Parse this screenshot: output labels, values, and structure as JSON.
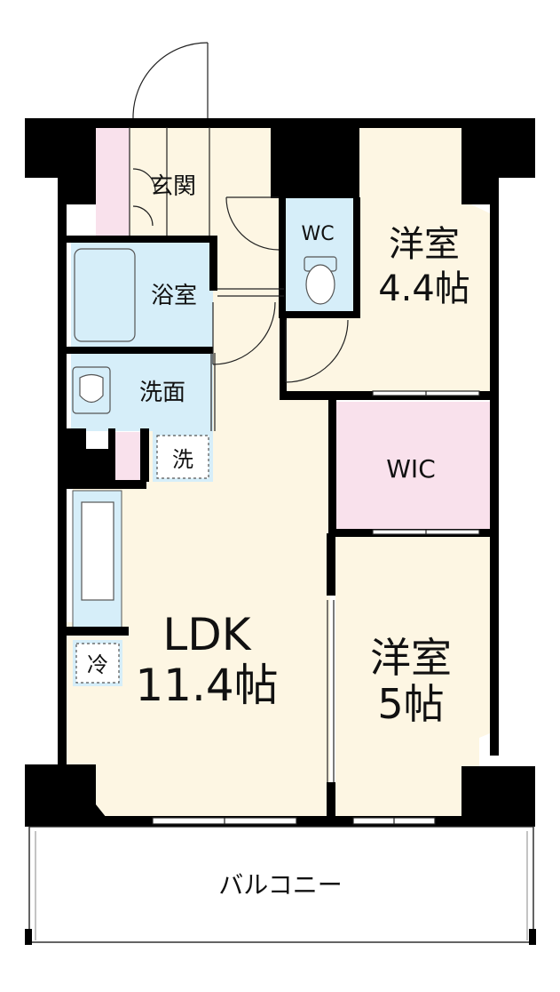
{
  "colors": {
    "wall": "#000000",
    "floor": "#fdf6e3",
    "wet_area": "#d6eef9",
    "closet": "#f9e1ec",
    "background": "#ffffff"
  },
  "rooms": {
    "genkan": "玄関",
    "yokushitsu": "浴室",
    "senmen": "洗面",
    "sentakuki": "洗",
    "wc": "WC",
    "yoshitsu1_name": "洋室",
    "yoshitsu1_size": "4.4帖",
    "wic": "WIC",
    "ldk_name": "LDK",
    "ldk_size": "11.4帖",
    "reizoko": "冷",
    "yoshitsu2_name": "洋室",
    "yoshitsu2_size": "5帖",
    "balcony": "バルコニー"
  }
}
